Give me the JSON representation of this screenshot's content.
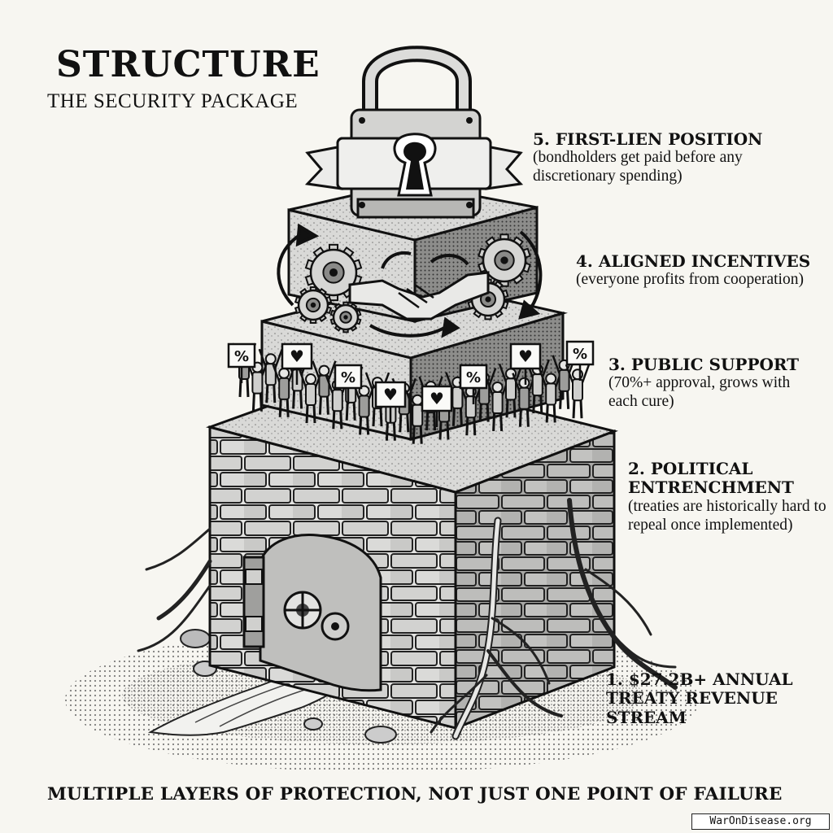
{
  "header": {
    "title": "STRUCTURE",
    "subtitle": "THE SECURITY PACKAGE"
  },
  "layers": [
    {
      "label": "5. FIRST-LIEN POSITION",
      "description": "(bondholders get paid before any discretionary spending)"
    },
    {
      "label": "4. ALIGNED INCENTIVES",
      "description": "(everyone profits from cooperation)"
    },
    {
      "label": "3. PUBLIC SUPPORT",
      "description": "(70%+ approval, grows with each cure)"
    },
    {
      "label": "2. POLITICAL ENTRENCHMENT",
      "description": "(treaties are historically hard to repeal once implemented)"
    },
    {
      "label": "1. $27.2B+ ANNUAL TREATY REVENUE STREAM",
      "description": ""
    }
  ],
  "footer": "MULTIPLE LAYERS OF PROTECTION, NOT JUST ONE POINT OF FAILURE",
  "brand": "WarOnDisease.org",
  "sign_symbols": {
    "percent": "%",
    "heart": "♥"
  },
  "colors": {
    "ink": "#111111",
    "paper": "#f7f6f1",
    "stone_light": "#dcdcdc",
    "stone_mid": "#b5b5b5",
    "stone_dark": "#7a7a7a"
  },
  "icons": [
    "padlock-icon",
    "keyhole-icon",
    "gear-icon",
    "handshake-icon",
    "cycle-arrow-icon",
    "heart-icon",
    "percent-icon",
    "vault-door-icon",
    "root-icon",
    "river-icon"
  ]
}
